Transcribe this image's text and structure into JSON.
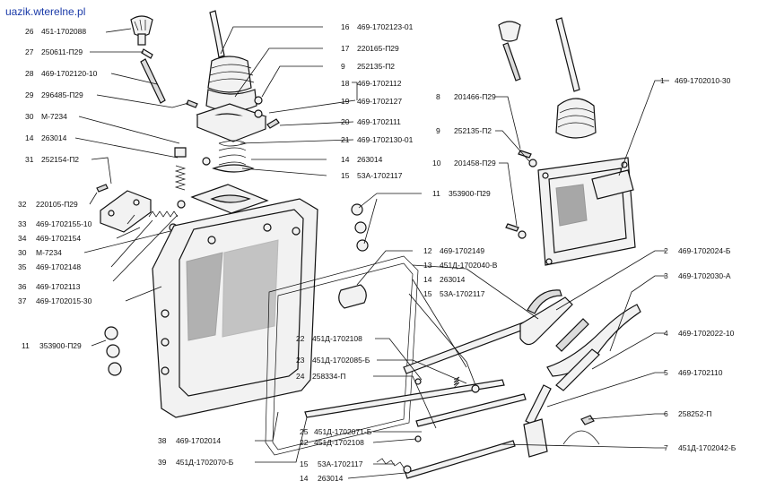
{
  "watermark": "uazik.wterelne.pl",
  "labels": [
    {
      "num": "26",
      "code": "451-1702088"
    },
    {
      "num": "27",
      "code": "250611-П29"
    },
    {
      "num": "28",
      "code": "469-1702120-10"
    },
    {
      "num": "29",
      "code": "296485-П29"
    },
    {
      "num": "30",
      "code": "М-7234"
    },
    {
      "num": "14",
      "code": "263014"
    },
    {
      "num": "31",
      "code": "252154-П2"
    },
    {
      "num": "32",
      "code": "220105-П29"
    },
    {
      "num": "33",
      "code": "469-1702155-10"
    },
    {
      "num": "34",
      "code": "469-1702154"
    },
    {
      "num": "30",
      "code": "М-7234"
    },
    {
      "num": "35",
      "code": "469-1702148"
    },
    {
      "num": "36",
      "code": "469-1702113"
    },
    {
      "num": "37",
      "code": "469-1702015-30"
    },
    {
      "num": "11",
      "code": "353900-П29"
    },
    {
      "num": "38",
      "code": "469-1702014"
    },
    {
      "num": "39",
      "code": "451Д-1702070-Б"
    },
    {
      "num": "16",
      "code": "469-1702123-01"
    },
    {
      "num": "17",
      "code": "220165-П29"
    },
    {
      "num": "9",
      "code": "252135-П2"
    },
    {
      "num": "18",
      "code": "469-1702112"
    },
    {
      "num": "19",
      "code": "469-1702127"
    },
    {
      "num": "20",
      "code": "469-1702111"
    },
    {
      "num": "21",
      "code": "469-1702130-01"
    },
    {
      "num": "14",
      "code": "263014"
    },
    {
      "num": "15",
      "code": "53А-1702117"
    },
    {
      "num": "11",
      "code": "353900-П29"
    },
    {
      "num": "12",
      "code": "469-1702149"
    },
    {
      "num": "13",
      "code": "451Д-1702040-В"
    },
    {
      "num": "14",
      "code": "263014"
    },
    {
      "num": "15",
      "code": "53А-1702117"
    },
    {
      "num": "22",
      "code": "451Д-1702108"
    },
    {
      "num": "23",
      "code": "451Д-1702085-Б"
    },
    {
      "num": "24",
      "code": "258334-П"
    },
    {
      "num": "25",
      "code": "451Д-1702071-Б"
    },
    {
      "num": "22",
      "code": "451Д-1702108"
    },
    {
      "num": "15",
      "code": "53А-1702117"
    },
    {
      "num": "14",
      "code": "263014"
    },
    {
      "num": "8",
      "code": "201466-П29"
    },
    {
      "num": "9",
      "code": "252135-П2"
    },
    {
      "num": "10",
      "code": "201458-П29"
    },
    {
      "num": "1",
      "code": "469-1702010-30"
    },
    {
      "num": "2",
      "code": "469-1702024-Б"
    },
    {
      "num": "3",
      "code": "469-1702030-А"
    },
    {
      "num": "4",
      "code": "469-1702022-10"
    },
    {
      "num": "5",
      "code": "469-1702110"
    },
    {
      "num": "6",
      "code": "258252-П"
    },
    {
      "num": "7",
      "code": "451Д-1702042-Б"
    }
  ],
  "colors": {
    "ink": "#111111",
    "watermark": "#1a3aa8",
    "background": "#ffffff"
  }
}
